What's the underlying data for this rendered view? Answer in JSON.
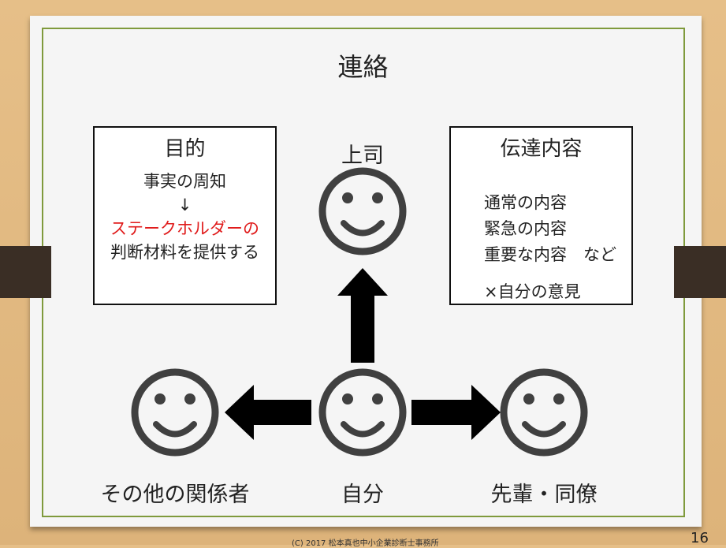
{
  "title": "連絡",
  "purpose_box": {
    "heading": "目的",
    "line1": "事実の周知",
    "arrow": "↓",
    "line2_red": "ステークホルダーの",
    "line3": "判断材料を提供する"
  },
  "content_box": {
    "heading": "伝達内容",
    "items": [
      "通常の内容",
      "緊急の内容",
      "重要な内容　など"
    ],
    "exclusion": "×自分の意見"
  },
  "people": {
    "boss": "上司",
    "others": "その他の関係者",
    "self": "自分",
    "peers": "先輩・同僚"
  },
  "footer": "(C) 2017 松本真也中小企業診断士事務所",
  "page_number": "16",
  "colors": {
    "accent_red": "#e01b1b",
    "frame_green": "#7f9a3c",
    "face": "#404040"
  }
}
